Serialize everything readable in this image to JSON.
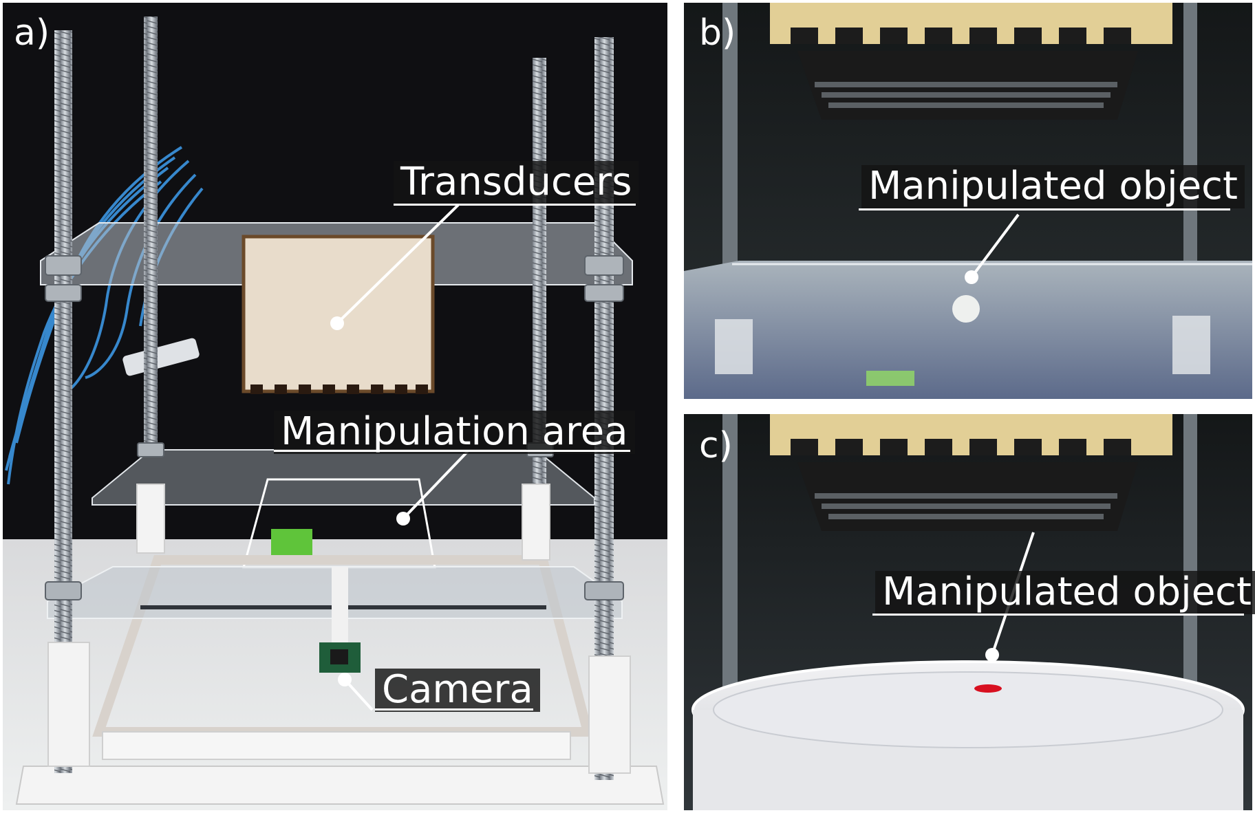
{
  "panels": [
    {
      "label": "a)"
    },
    {
      "label": "b)"
    },
    {
      "label": "c)"
    }
  ],
  "annotations": {
    "transducers": "Transducers",
    "manipulation_area": "Manipulation area",
    "camera": "Camera",
    "manipulated_object_b": "Manipulated object",
    "manipulated_object_c": "Manipulated object"
  },
  "colors": {
    "background_dark": "#0e0e10",
    "wood": "#e8dccb",
    "cable_blue": "#3a8fd8",
    "acrylic": "#cfd6dc",
    "object_red": "#d81020"
  }
}
